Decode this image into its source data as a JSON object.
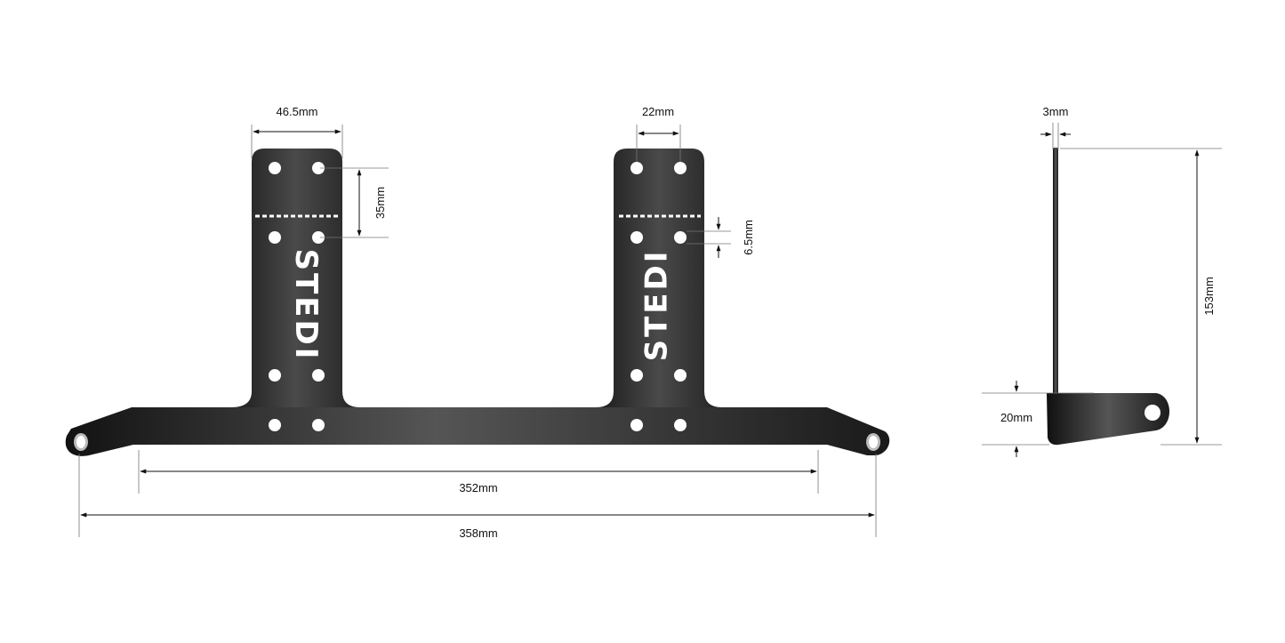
{
  "brand": {
    "logo_text": "STEDI"
  },
  "dimensions": {
    "top_tab_width_left": "46.5mm",
    "top_tab_width_right": "22mm",
    "hole_spacing_vertical": "35mm",
    "hole_diameter": "6.5mm",
    "inner_span": "352mm",
    "overall_length": "358mm",
    "thickness": "3mm",
    "overall_height": "153mm",
    "foot_height": "20mm"
  },
  "colors": {
    "steel_dark": "#141414",
    "steel_highlight": "#5a5a5a",
    "dimension_line": "#111111",
    "hole": "#ffffff"
  }
}
